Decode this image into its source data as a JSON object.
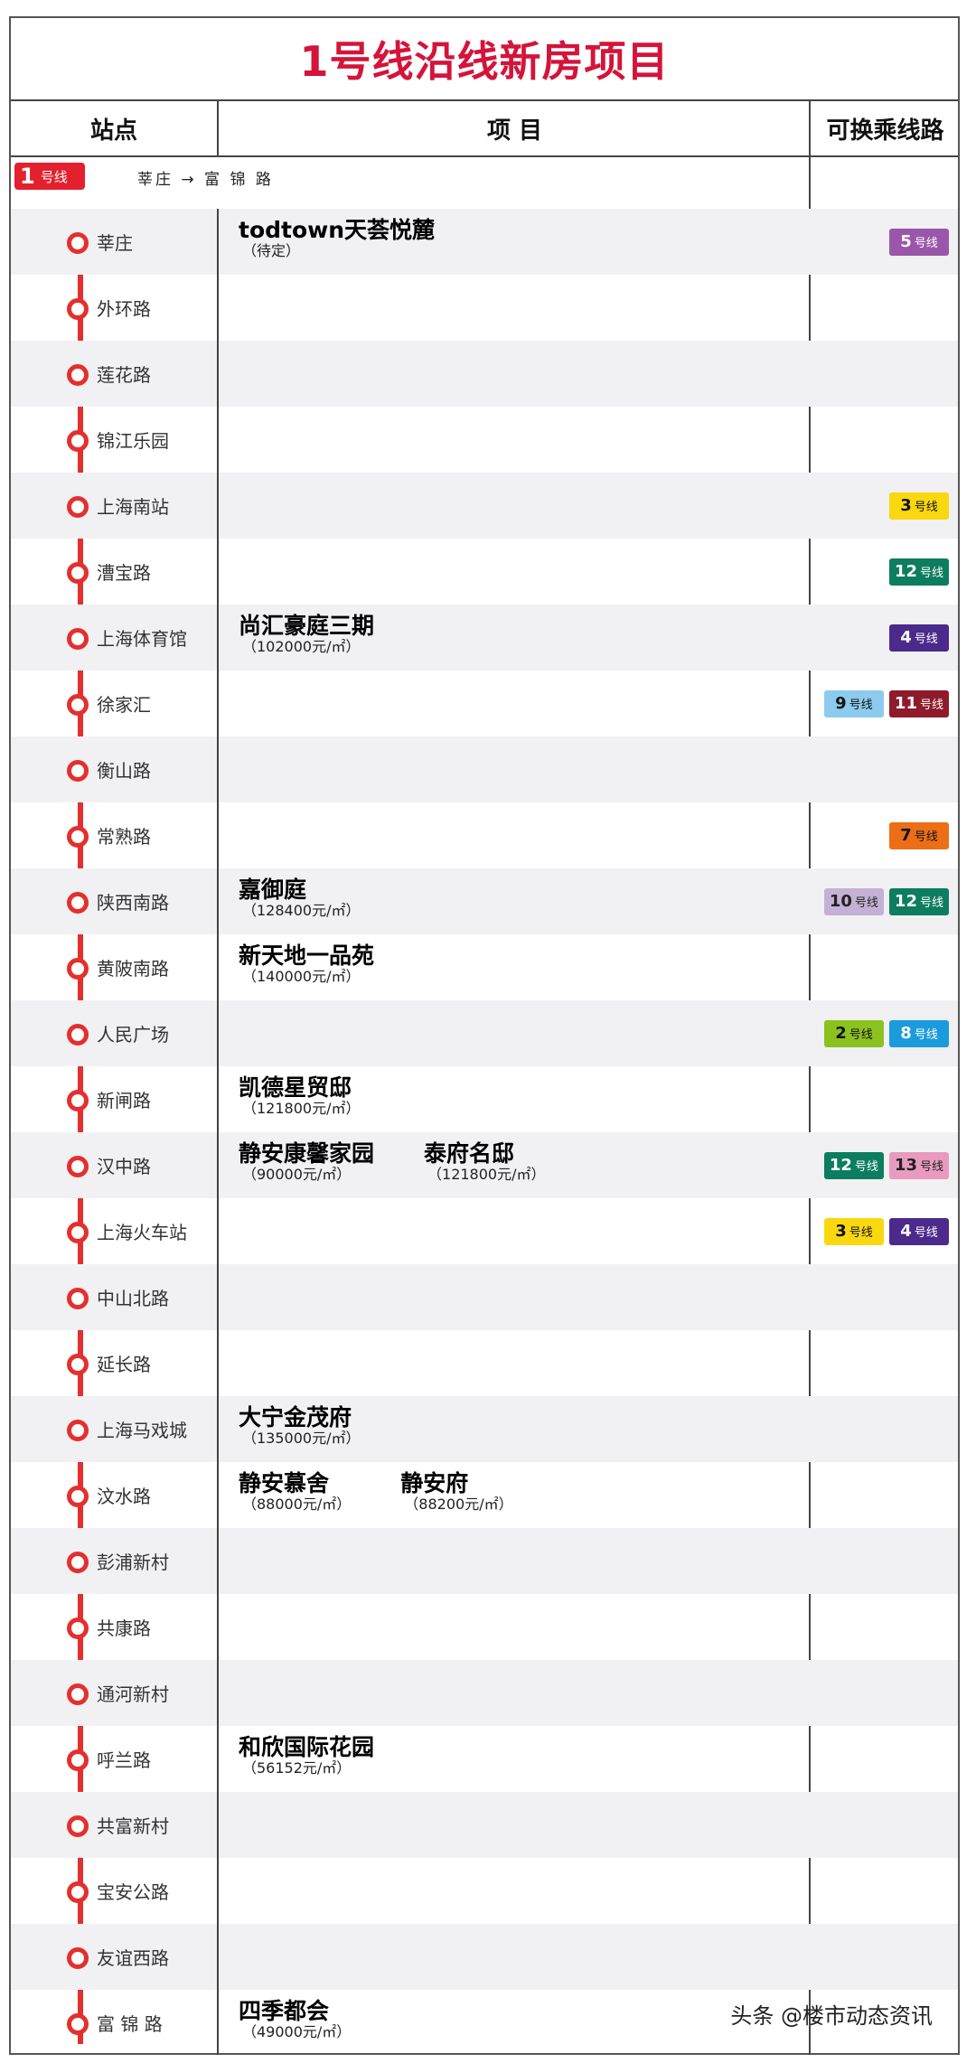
{
  "title": "1号线沿线新房项目",
  "headers": {
    "station": "站点",
    "project": "项  目",
    "transfer": "可换乘线路"
  },
  "line_badge": {
    "num": "1",
    "suffix": "号线",
    "color": "#e3202e"
  },
  "direction": "莘庄 → 富 锦 路",
  "watermark": "头条 @楼市动态资讯",
  "line_colors": {
    "2": {
      "bg": "#8cc220",
      "fg": "#111"
    },
    "3": {
      "bg": "#f9d80f",
      "fg": "#111"
    },
    "4": {
      "bg": "#4b2a8c",
      "fg": "#fff"
    },
    "5": {
      "bg": "#9a56a8",
      "fg": "#fff"
    },
    "7": {
      "bg": "#ec6e16",
      "fg": "#111"
    },
    "8": {
      "bg": "#1b9bdc",
      "fg": "#fff"
    },
    "9": {
      "bg": "#8ccbee",
      "fg": "#111"
    },
    "10": {
      "bg": "#c6b1d6",
      "fg": "#222"
    },
    "11": {
      "bg": "#8e1a2c",
      "fg": "#fff"
    },
    "12": {
      "bg": "#0d7d60",
      "fg": "#fff"
    },
    "13": {
      "bg": "#e89bbf",
      "fg": "#222"
    }
  },
  "stations": [
    {
      "name": "莘庄",
      "projects": [
        {
          "name": "todtown天荟悦麓",
          "price": "（待定）"
        }
      ],
      "transfers": [
        "5"
      ]
    },
    {
      "name": "外环路",
      "projects": [],
      "transfers": []
    },
    {
      "name": "莲花路",
      "projects": [],
      "transfers": []
    },
    {
      "name": "锦江乐园",
      "projects": [],
      "transfers": []
    },
    {
      "name": "上海南站",
      "projects": [],
      "transfers": [
        "3"
      ]
    },
    {
      "name": "漕宝路",
      "projects": [],
      "transfers": [
        "12"
      ]
    },
    {
      "name": "上海体育馆",
      "projects": [
        {
          "name": "尚汇豪庭三期",
          "price": "（102000元/㎡）"
        }
      ],
      "transfers": [
        "4"
      ]
    },
    {
      "name": "徐家汇",
      "projects": [],
      "transfers": [
        "9",
        "11"
      ]
    },
    {
      "name": "衡山路",
      "projects": [],
      "transfers": []
    },
    {
      "name": "常熟路",
      "projects": [],
      "transfers": [
        "7"
      ]
    },
    {
      "name": "陕西南路",
      "projects": [
        {
          "name": "嘉御庭",
          "price": "（128400元/㎡）"
        }
      ],
      "transfers": [
        "10",
        "12"
      ]
    },
    {
      "name": "黄陂南路",
      "projects": [
        {
          "name": "新天地一品苑",
          "price": "（140000元/㎡）"
        }
      ],
      "transfers": []
    },
    {
      "name": "人民广场",
      "projects": [],
      "transfers": [
        "2",
        "8"
      ]
    },
    {
      "name": "新闸路",
      "projects": [
        {
          "name": "凯德星贸邸",
          "price": "（121800元/㎡）"
        }
      ],
      "transfers": []
    },
    {
      "name": "汉中路",
      "projects": [
        {
          "name": "静安康馨家园",
          "price": "（90000元/㎡）"
        },
        {
          "name": "泰府名邸",
          "price": "（121800元/㎡）"
        }
      ],
      "transfers": [
        "12",
        "13"
      ]
    },
    {
      "name": "上海火车站",
      "projects": [],
      "transfers": [
        "3",
        "4"
      ]
    },
    {
      "name": "中山北路",
      "projects": [],
      "transfers": []
    },
    {
      "name": "延长路",
      "projects": [],
      "transfers": []
    },
    {
      "name": "上海马戏城",
      "projects": [
        {
          "name": "大宁金茂府",
          "price": "（135000元/㎡）"
        }
      ],
      "transfers": []
    },
    {
      "name": "汶水路",
      "projects": [
        {
          "name": "静安慕舍",
          "price": "（88000元/㎡）"
        },
        {
          "name": "静安府",
          "price": "（88200元/㎡）"
        }
      ],
      "transfers": []
    },
    {
      "name": "彭浦新村",
      "projects": [],
      "transfers": []
    },
    {
      "name": "共康路",
      "projects": [],
      "transfers": []
    },
    {
      "name": "通河新村",
      "projects": [],
      "transfers": []
    },
    {
      "name": "呼兰路",
      "projects": [
        {
          "name": "和欣国际花园",
          "price": "（56152元/㎡）"
        }
      ],
      "transfers": []
    },
    {
      "name": "共富新村",
      "projects": [],
      "transfers": []
    },
    {
      "name": "宝安公路",
      "projects": [],
      "transfers": []
    },
    {
      "name": "友谊西路",
      "projects": [],
      "transfers": []
    },
    {
      "name": "富 锦 路",
      "projects": [
        {
          "name": "四季都会",
          "price": "（49000元/㎡）"
        }
      ],
      "transfers": []
    }
  ]
}
